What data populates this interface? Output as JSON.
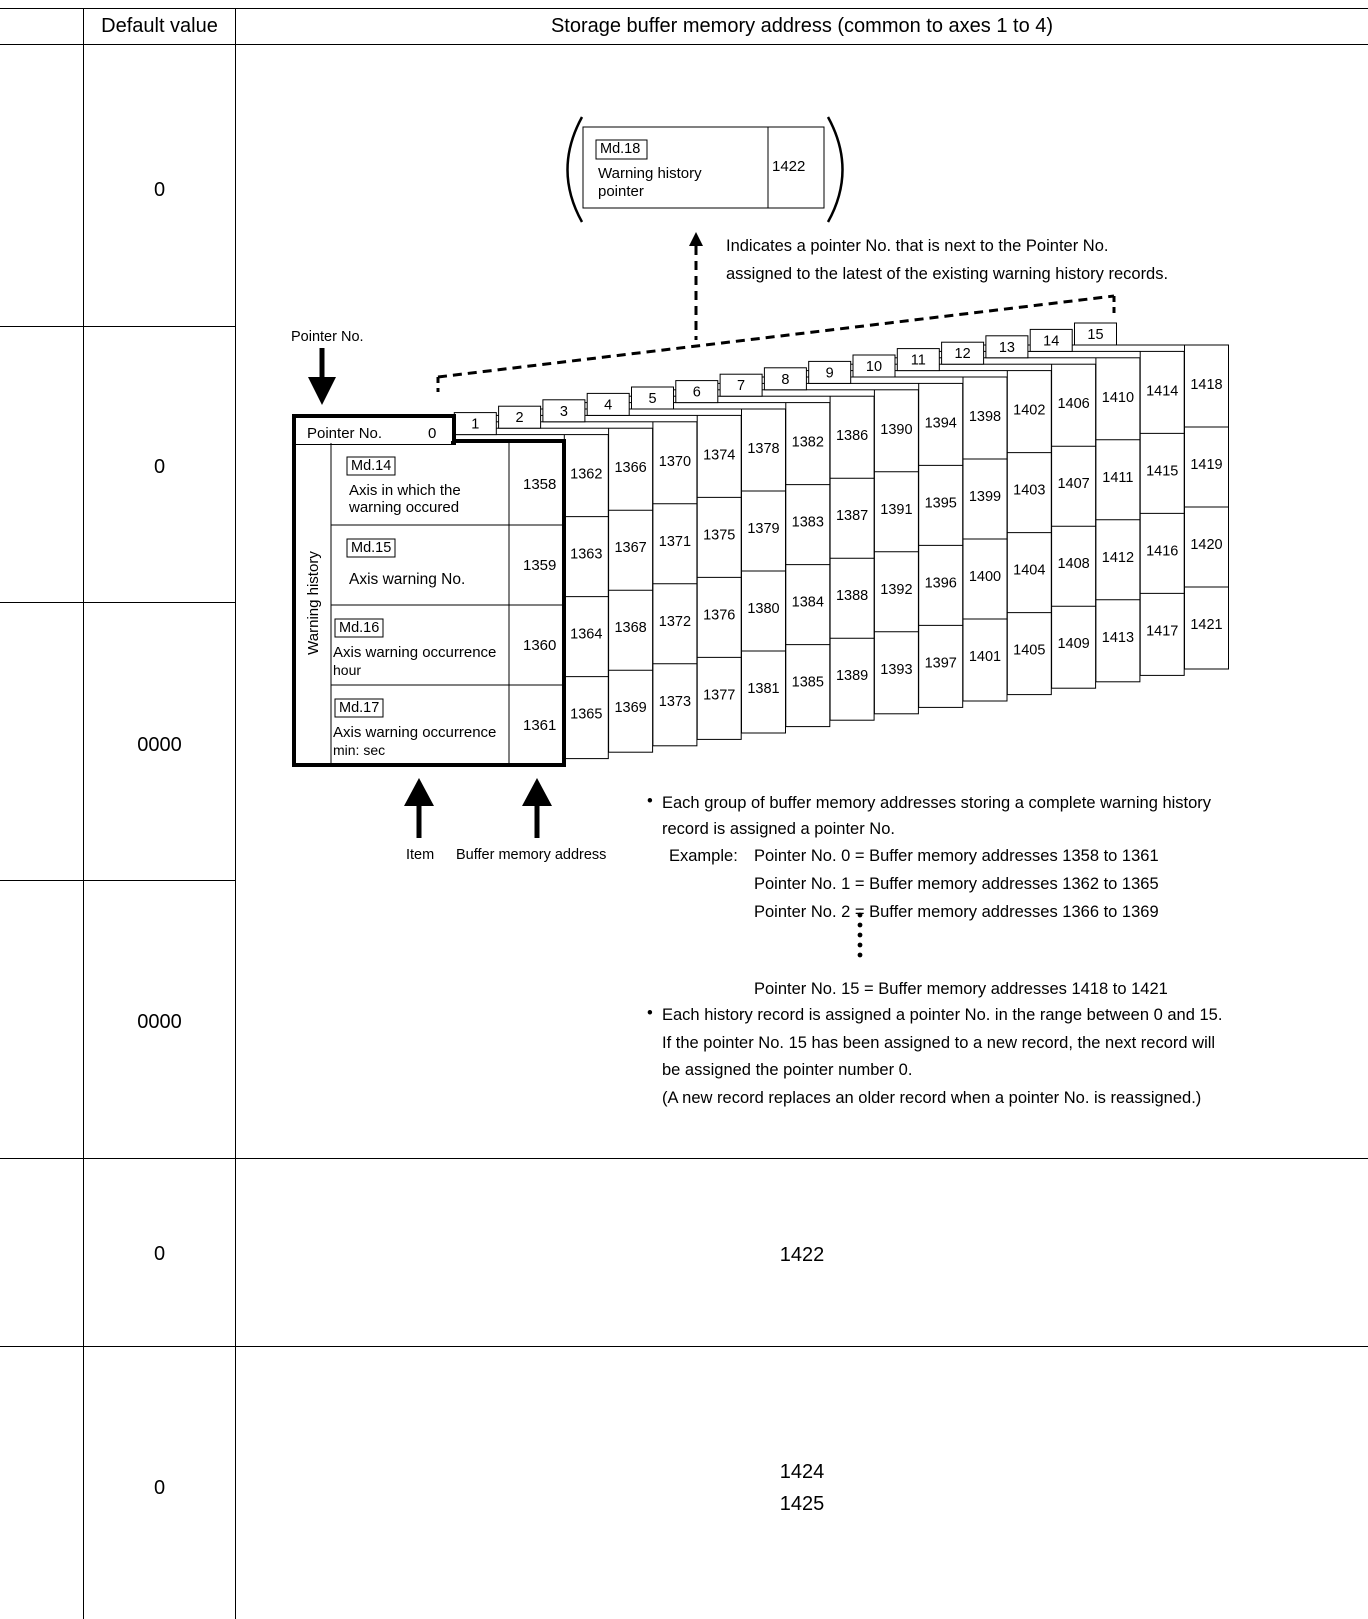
{
  "header": {
    "default_value": "Default value",
    "storage": "Storage buffer memory address (common to axes 1 to 4)"
  },
  "default_values": [
    "0",
    "0",
    "0000",
    "0000",
    "0",
    "0"
  ],
  "md18": {
    "tag": "Md.18",
    "label_line1": "Warning history",
    "label_line2": "pointer",
    "address": "1422"
  },
  "pointer_note": {
    "line1": "Indicates a pointer No. that is next to the Pointer No.",
    "line2": "assigned to the latest of the existing warning history records."
  },
  "diagram": {
    "pointer_label": "Pointer No.",
    "front_tab": "Pointer No.",
    "front_tab_no": "0",
    "tab_numbers": [
      "1",
      "2",
      "3",
      "4",
      "5",
      "6",
      "7",
      "8",
      "9",
      "10",
      "11",
      "12",
      "13",
      "14",
      "15"
    ],
    "side_label": "Warning history",
    "rows": [
      {
        "tag": "Md.14",
        "line1": "Axis in which the",
        "line2": "warning occured",
        "address": "1358"
      },
      {
        "tag": "Md.15",
        "line1": "Axis warning No.",
        "line2": "",
        "address": "1359"
      },
      {
        "tag": "Md.16",
        "line1": "Axis warning occurrence",
        "line2": "hour",
        "address": "1360"
      },
      {
        "tag": "Md.17",
        "line1": "Axis warning occurrence",
        "line2": "min: sec",
        "address": "1361"
      }
    ],
    "item_label": "Item",
    "buffer_label": "Buffer memory address"
  },
  "notes": {
    "bullet": "•",
    "b1_line1": "Each group of buffer memory addresses storing a complete warning history",
    "b1_line2": "record is assigned a pointer No.",
    "example_label": "Example:",
    "example_lines": [
      "Pointer No. 0 = Buffer memory addresses 1358 to 1361",
      "Pointer No. 1 = Buffer memory addresses 1362 to 1365",
      "Pointer No. 2 = Buffer memory addresses 1366 to 1369"
    ],
    "example_last": "Pointer No. 15 = Buffer memory addresses 1418 to 1421",
    "b2_line1": "Each history record is assigned a pointer No. in the range between 0 and 15.",
    "b2_line2": "If the pointer No. 15 has been assigned to a new record, the next record will",
    "b2_line3": "be assigned the pointer number 0.",
    "b2_line4": "(A new record replaces an older record when a pointer No. is reassigned.)"
  },
  "row_1422": "1422",
  "row_1424": [
    "1424",
    "1425"
  ]
}
